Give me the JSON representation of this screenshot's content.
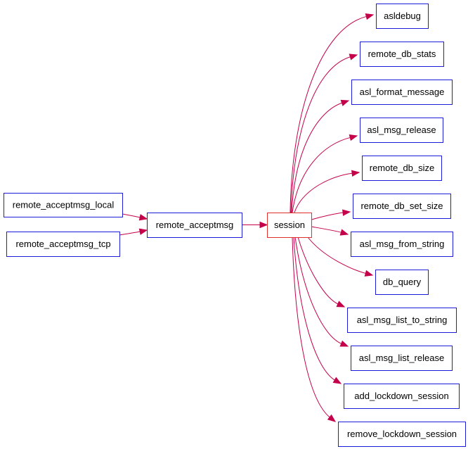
{
  "colors": {
    "node_border": "#1b1bd8",
    "focus_node_border": "#e0302e",
    "edge": "#c4004a"
  },
  "nodes": {
    "remote_acceptmsg_local": "remote_acceptmsg_local",
    "remote_acceptmsg_tcp": "remote_acceptmsg_tcp",
    "remote_acceptmsg": "remote_acceptmsg",
    "session": "session",
    "asldebug": "asldebug",
    "remote_db_stats": "remote_db_stats",
    "asl_format_message": "asl_format_message",
    "asl_msg_release": "asl_msg_release",
    "remote_db_size": "remote_db_size",
    "remote_db_set_size": "remote_db_set_size",
    "asl_msg_from_string": "asl_msg_from_string",
    "db_query": "db_query",
    "asl_msg_list_to_string": "asl_msg_list_to_string",
    "asl_msg_list_release": "asl_msg_list_release",
    "add_lockdown_session": "add_lockdown_session",
    "remove_lockdown_session": "remove_lockdown_session"
  },
  "edges": [
    [
      "remote_acceptmsg_local",
      "remote_acceptmsg"
    ],
    [
      "remote_acceptmsg_tcp",
      "remote_acceptmsg"
    ],
    [
      "remote_acceptmsg",
      "session"
    ],
    [
      "session",
      "asldebug"
    ],
    [
      "session",
      "remote_db_stats"
    ],
    [
      "session",
      "asl_format_message"
    ],
    [
      "session",
      "asl_msg_release"
    ],
    [
      "session",
      "remote_db_size"
    ],
    [
      "session",
      "remote_db_set_size"
    ],
    [
      "session",
      "asl_msg_from_string"
    ],
    [
      "session",
      "db_query"
    ],
    [
      "session",
      "asl_msg_list_to_string"
    ],
    [
      "session",
      "asl_msg_list_release"
    ],
    [
      "session",
      "add_lockdown_session"
    ],
    [
      "session",
      "remove_lockdown_session"
    ]
  ]
}
